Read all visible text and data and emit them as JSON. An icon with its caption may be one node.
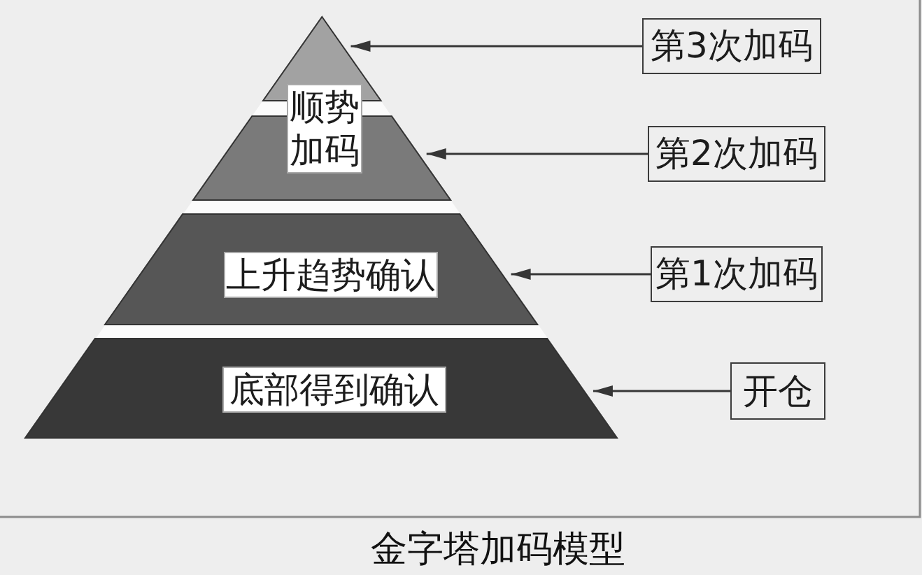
{
  "diagram": {
    "caption": "金字塔加码模型",
    "nodes": [
      {
        "text": [],
        "shape": "triangle"
      },
      {
        "text": [
          "顺势加码"
        ]
      },
      {
        "text": [],
        "shape": "trapezoid"
      },
      {
        "text": [],
        "shape": "trapezoid"
      },
      {
        "text": [
          "上升趋势确认"
        ],
        "in": 3
      },
      {
        "text": [],
        "shape": "trapezoid"
      },
      {
        "text": [
          "底部得到确认"
        ],
        "in": 5
      },
      {
        "text": [
          "第3次加码"
        ]
      },
      {
        "text": [
          "第2次加码"
        ]
      },
      {
        "text": [
          "第1次加码"
        ]
      },
      {
        "text": [
          "开仓"
        ]
      }
    ],
    "edges": [
      {
        "from": 7,
        "to": 0,
        "arrow": "to"
      },
      {
        "from": 8,
        "to": 2,
        "arrow": "to"
      },
      {
        "from": 9,
        "to": 3,
        "arrow": "to"
      },
      {
        "from": 10,
        "to": 5,
        "arrow": "to"
      }
    ]
  }
}
